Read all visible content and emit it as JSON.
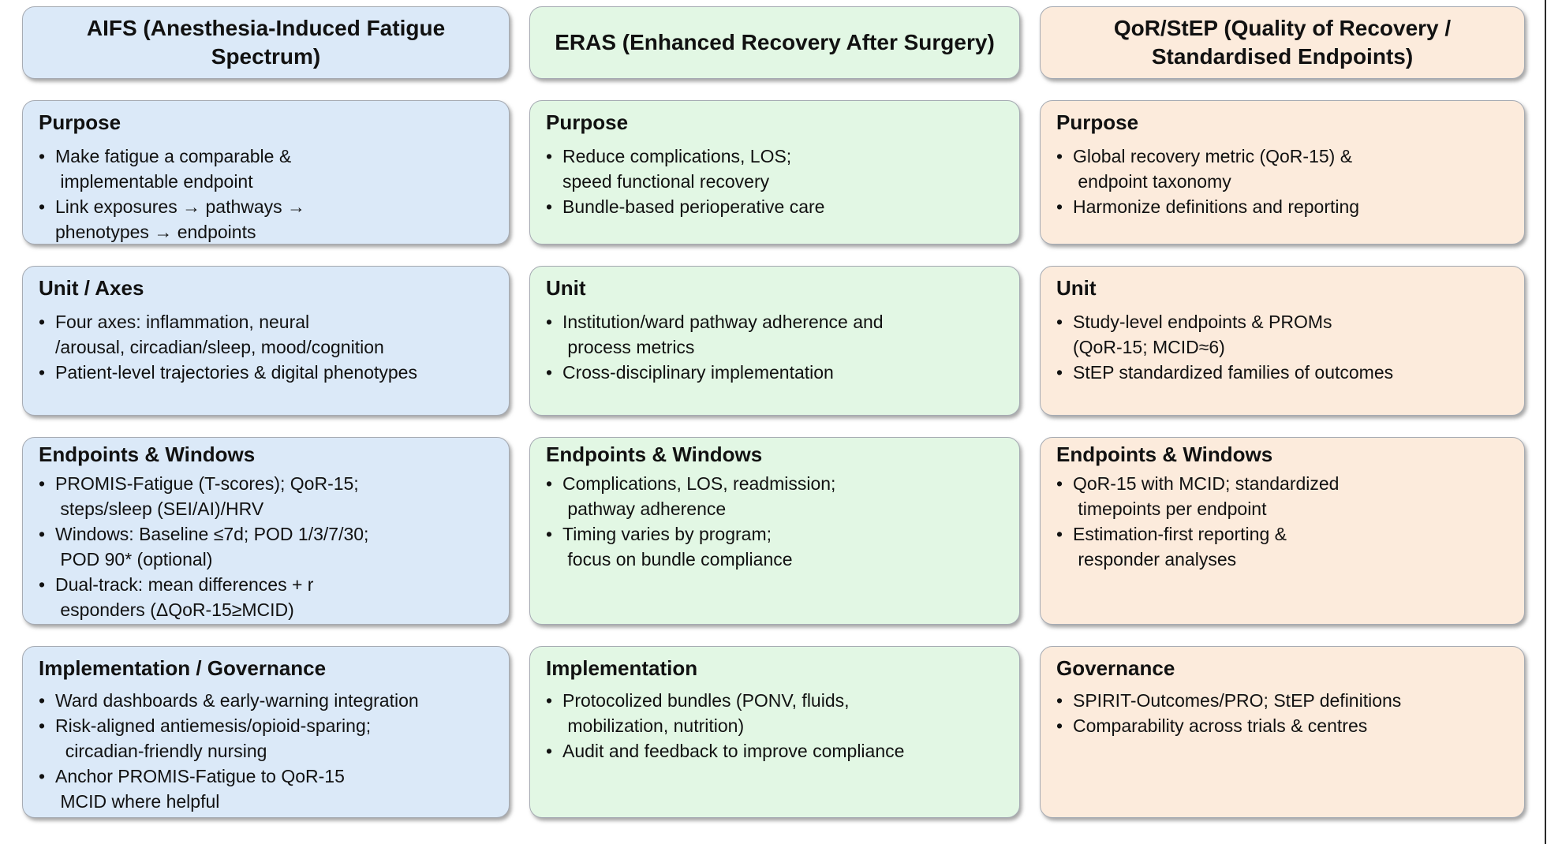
{
  "ui": {
    "bullet": "•"
  },
  "colors": {
    "aifs_bg": "#dbe9f8",
    "eras_bg": "#e2f7e4",
    "qor_bg": "#fcebdc",
    "card_border": "#a6abb3"
  },
  "columns": [
    {
      "title": "AIFS (Anesthesia-Induced Fatigue Spectrum)",
      "bg": "#dbe9f8",
      "cards": [
        {
          "heading": "Purpose",
          "bullets": [
            "Make fatigue a comparable &\n implementable endpoint",
            "Link exposures → pathways →\nphenotypes → endpoints"
          ]
        },
        {
          "heading": "Unit / Axes",
          "bullets": [
            "Four axes: inflammation, neural\n/arousal, circadian/sleep, mood/cognition",
            "Patient-level trajectories & digital phenotypes"
          ]
        },
        {
          "heading": "Endpoints & Windows",
          "bullets": [
            "PROMIS-Fatigue (T-scores); QoR-15;\n steps/sleep (SEI/AI)/HRV",
            "Windows: Baseline ≤7d; POD 1/3/7/30;\n POD 90* (optional)",
            "Dual-track: mean differences + r\n esponders (ΔQoR-15≥MCID)"
          ]
        },
        {
          "heading": "Implementation / Governance",
          "bullets": [
            "Ward dashboards & early-warning integration",
            "Risk-aligned antiemesis/opioid-sparing;\n  circadian-friendly nursing",
            "Anchor PROMIS-Fatigue to QoR-15\n MCID where helpful"
          ]
        }
      ]
    },
    {
      "title": "ERAS (Enhanced Recovery After Surgery)",
      "bg": "#e2f7e4",
      "cards": [
        {
          "heading": "Purpose",
          "bullets": [
            "Reduce complications, LOS;\nspeed functional recovery",
            "Bundle-based perioperative care"
          ]
        },
        {
          "heading": "Unit",
          "bullets": [
            "Institution/ward pathway adherence and\n process metrics",
            "Cross-disciplinary implementation"
          ]
        },
        {
          "heading": "Endpoints & Windows",
          "bullets": [
            "Complications, LOS, readmission;\n pathway adherence",
            "Timing varies by program;\n focus on bundle compliance"
          ]
        },
        {
          "heading": "Implementation",
          "bullets": [
            "Protocolized bundles (PONV, fluids,\n mobilization, nutrition)",
            "Audit and feedback to improve compliance"
          ]
        }
      ]
    },
    {
      "title": "QoR/StEP (Quality of Recovery / Standardised Endpoints)",
      "bg": "#fcebdc",
      "cards": [
        {
          "heading": "Purpose",
          "bullets": [
            "Global recovery metric (QoR-15) &\n endpoint taxonomy",
            "Harmonize definitions and reporting"
          ]
        },
        {
          "heading": "Unit",
          "bullets": [
            "Study-level endpoints & PROMs\n(QoR-15; MCID≈6)",
            "StEP standardized families of outcomes"
          ]
        },
        {
          "heading": "Endpoints & Windows",
          "bullets": [
            "QoR-15 with MCID; standardized\n timepoints per endpoint",
            "Estimation-first reporting &\n responder analyses"
          ]
        },
        {
          "heading": "Governance",
          "bullets": [
            "SPIRIT-Outcomes/PRO; StEP definitions",
            "Comparability across trials & centres"
          ]
        }
      ]
    }
  ]
}
